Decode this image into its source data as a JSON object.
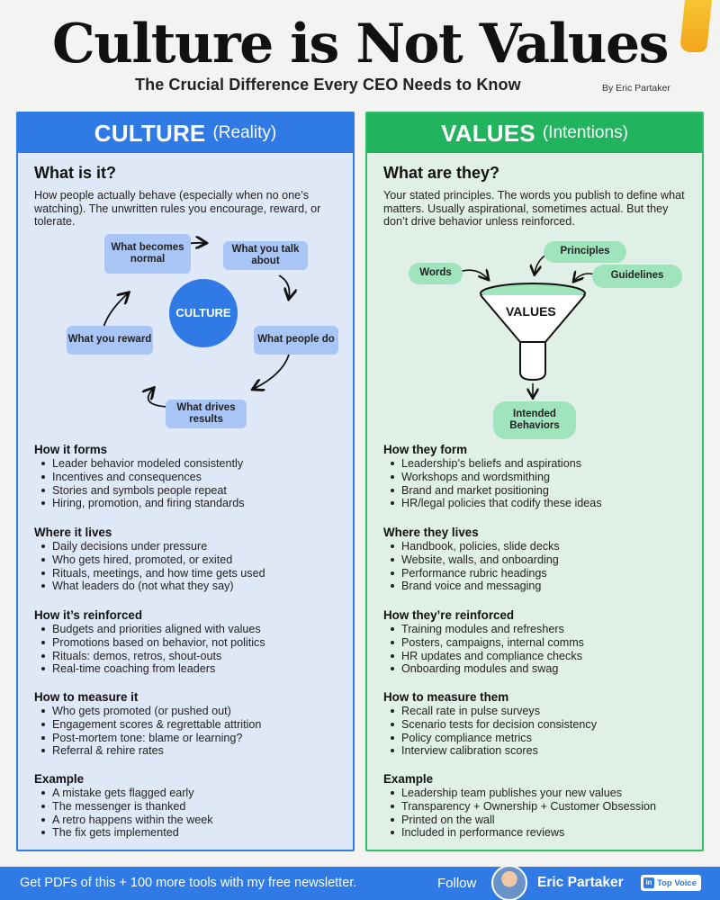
{
  "header": {
    "title": "Culture is Not Values",
    "subtitle": "The Crucial Difference Every CEO Needs to Know",
    "byline": "By Eric Partaker"
  },
  "culture": {
    "heading": "CULTURE",
    "heading_note": "(Reality)",
    "what_title": "What is it?",
    "what_desc": "How people actually behave (especially when no one’s watching). The unwritten rules you encourage, reward, or tolerate.",
    "cycle": {
      "center": "CULTURE",
      "nodes": [
        "What becomes normal",
        "What you talk about",
        "What people do",
        "What drives results",
        "What you reward"
      ]
    },
    "sections": [
      {
        "title": "How it forms",
        "items": [
          "Leader behavior modeled consistently",
          "Incentives and consequences",
          "Stories and symbols people repeat",
          "Hiring, promotion, and firing standards"
        ]
      },
      {
        "title": "Where it lives",
        "items": [
          "Daily decisions under pressure",
          "Who gets hired, promoted, or exited",
          "Rituals, meetings, and how time gets used",
          "What leaders do (not what they say)"
        ]
      },
      {
        "title": "How it’s reinforced",
        "items": [
          "Budgets and priorities aligned with values",
          "Promotions based on behavior, not politics",
          "Rituals: demos, retros, shout-outs",
          "Real-time coaching from leaders"
        ]
      },
      {
        "title": "How to measure it",
        "items": [
          "Who gets promoted (or pushed out)",
          "Engagement scores & regrettable attrition",
          "Post-mortem tone: blame or learning?",
          "Referral & rehire rates"
        ]
      },
      {
        "title": "Example",
        "items": [
          "A mistake gets flagged early",
          "The messenger is thanked",
          "A retro happens within the week",
          "The fix gets implemented"
        ]
      }
    ]
  },
  "values": {
    "heading": "VALUES",
    "heading_note": "(Intentions)",
    "what_title": "What are they?",
    "what_desc": "Your stated principles. The words you publish to define what matters. Usually aspirational, sometimes actual. But they don’t drive behavior unless reinforced.",
    "funnel": {
      "center": "VALUES",
      "inputs": [
        "Words",
        "Principles",
        "Guidelines"
      ],
      "output": "Intended Behaviors"
    },
    "sections": [
      {
        "title": "How they form",
        "items": [
          "Leadership’s beliefs and aspirations",
          "Workshops and wordsmithing",
          "Brand and market positioning",
          "HR/legal policies that codify these ideas"
        ]
      },
      {
        "title": "Where they lives",
        "items": [
          "Handbook, policies, slide decks",
          "Website, walls, and onboarding",
          "Performance rubric headings",
          "Brand voice and messaging"
        ]
      },
      {
        "title": "How they’re reinforced",
        "items": [
          "Training modules and refreshers",
          "Posters, campaigns, internal comms",
          "HR updates and compliance checks",
          "Onboarding modules and swag"
        ]
      },
      {
        "title": "How to measure them",
        "items": [
          "Recall rate in pulse surveys",
          "Scenario tests for decision consistency",
          "Policy compliance metrics",
          "Interview calibration scores"
        ]
      },
      {
        "title": "Example",
        "items": [
          "Leadership team publishes your new values",
          "Transparency + Ownership + Customer Obsession",
          "Printed on the wall",
          "Included in performance reviews"
        ]
      }
    ]
  },
  "footer": {
    "cta": "Get PDFs of this + 100 more tools with my free newsletter.",
    "follow": "Follow",
    "name": "Eric Partaker",
    "badge_icon": "in",
    "badge": "Top Voice"
  },
  "colors": {
    "culture": "#2f7ae5",
    "values": "#22b35e"
  }
}
